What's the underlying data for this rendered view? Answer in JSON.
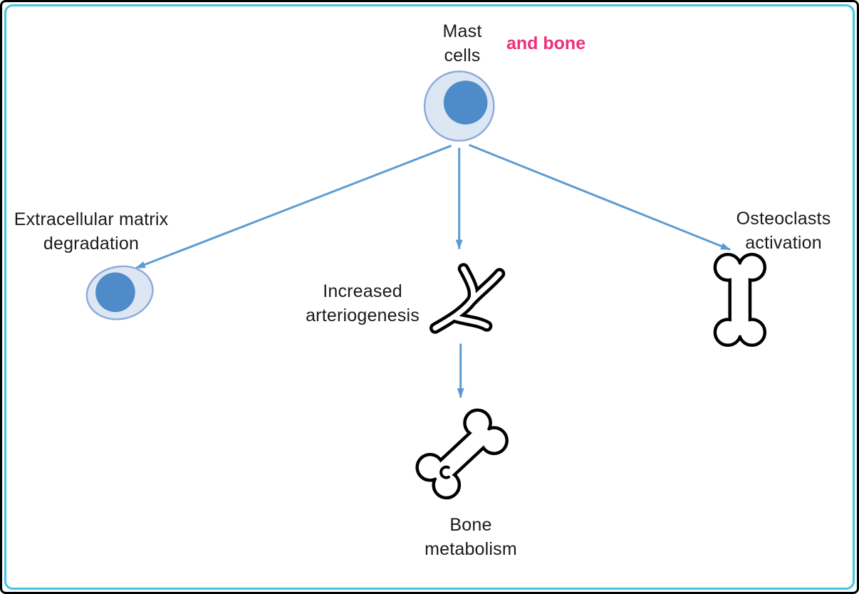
{
  "diagram": {
    "root": {
      "line1": "Mast",
      "line2": "cells"
    },
    "annotation": {
      "text": "and bone"
    },
    "branches": {
      "ecm": {
        "line1": "Extracellular matrix",
        "line2": "degradation"
      },
      "arteriogenesis": {
        "line1": "Increased",
        "line2": "arteriogenesis"
      },
      "osteoclasts": {
        "line1": "Osteoclasts",
        "line2": "activation"
      }
    },
    "downstream": {
      "bone_metabolism": {
        "line1": "Bone",
        "line2": "metabolism"
      }
    },
    "icons": [
      "mast-cell-icon",
      "ecm-cell-icon",
      "vessel-branch-icon",
      "bone-diagonal-icon",
      "bone-vertical-icon"
    ],
    "colors": {
      "arrow": "#5b9bd5",
      "cell_fill": "#dde6f3",
      "cell_stroke": "#8faadc",
      "nucleus": "#4e8bc8",
      "annotation_pink": "#ed2f7e",
      "frame_cyan": "#44c5e6",
      "icon_outline": "#000000",
      "text": "#1a1a1a"
    }
  }
}
